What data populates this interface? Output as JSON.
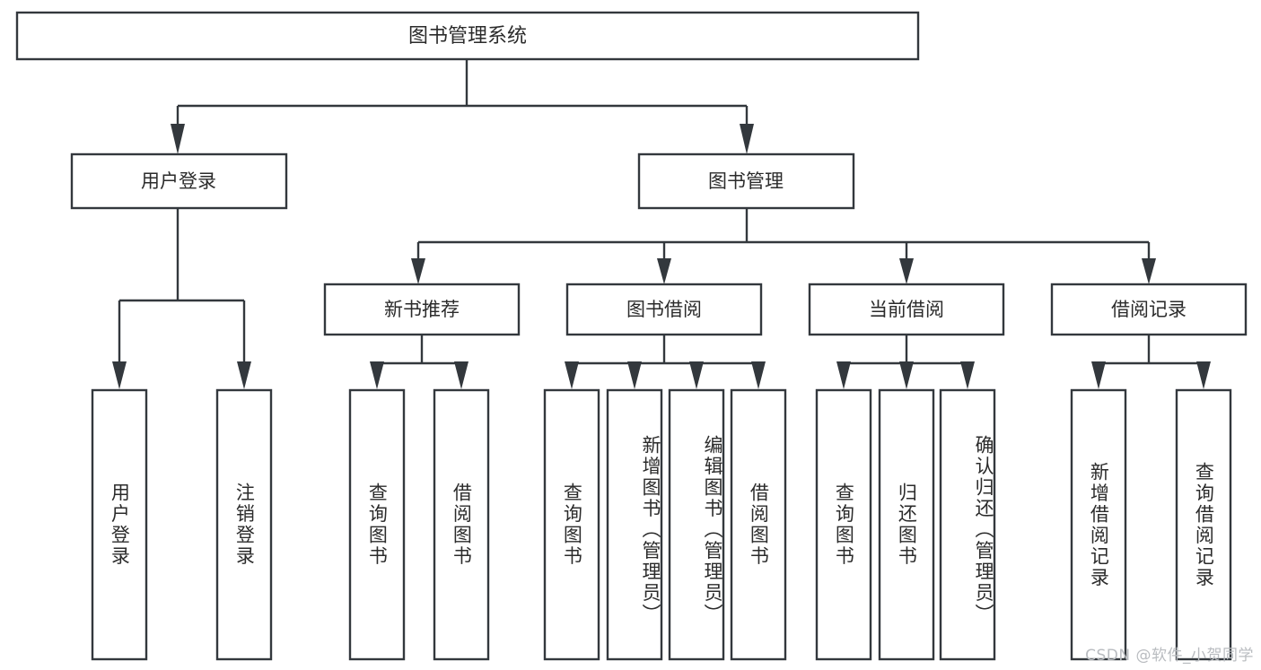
{
  "diagram": {
    "type": "tree-hierarchy",
    "title": "图书管理系统",
    "orientation": "top-down",
    "colors": {
      "stroke": "#33383d",
      "box_fill": "#ffffff",
      "text": "#2b2b2b",
      "background": "#ffffff",
      "watermark": "#b9bcc0"
    },
    "root": {
      "id": "root",
      "label": "图书管理系统",
      "level": 1
    },
    "level2": [
      {
        "id": "user-login",
        "label": "用户登录",
        "level": 2
      },
      {
        "id": "book-management",
        "label": "图书管理",
        "level": 2
      }
    ],
    "level3": [
      {
        "id": "new-book-recommend",
        "label": "新书推荐",
        "level": 3,
        "parent": "book-management"
      },
      {
        "id": "book-borrow",
        "label": "图书借阅",
        "level": 3,
        "parent": "book-management"
      },
      {
        "id": "current-borrow",
        "label": "当前借阅",
        "level": 3,
        "parent": "book-management"
      },
      {
        "id": "borrow-record",
        "label": "借阅记录",
        "level": 3,
        "parent": "book-management"
      }
    ],
    "leaves": [
      {
        "id": "leaf-user-login",
        "label": "用户登录",
        "parent": "user-login"
      },
      {
        "id": "leaf-logout-login",
        "label": "注销登录",
        "parent": "user-login"
      },
      {
        "id": "leaf-query-book-1",
        "label": "查询图书",
        "parent": "new-book-recommend"
      },
      {
        "id": "leaf-borrow-book-1",
        "label": "借阅图书",
        "parent": "new-book-recommend"
      },
      {
        "id": "leaf-query-book-2",
        "label": "查询图书",
        "parent": "book-borrow"
      },
      {
        "id": "leaf-add-book",
        "label": "新增图书（管理员）",
        "parent": "book-borrow"
      },
      {
        "id": "leaf-edit-book",
        "label": "编辑图书（管理员）",
        "parent": "book-borrow"
      },
      {
        "id": "leaf-borrow-book-2",
        "label": "借阅图书",
        "parent": "book-borrow"
      },
      {
        "id": "leaf-query-book-3",
        "label": "查询图书",
        "parent": "current-borrow"
      },
      {
        "id": "leaf-return-book",
        "label": "归还图书",
        "parent": "current-borrow"
      },
      {
        "id": "leaf-confirm-return",
        "label": "确认归还（管理员）",
        "parent": "current-borrow"
      },
      {
        "id": "leaf-add-borrow-record",
        "label": "新增借阅记录",
        "parent": "borrow-record"
      },
      {
        "id": "leaf-query-borrow-record",
        "label": "查询借阅记录",
        "parent": "borrow-record"
      }
    ],
    "watermark": "CSDN @软件_小贺同学"
  }
}
